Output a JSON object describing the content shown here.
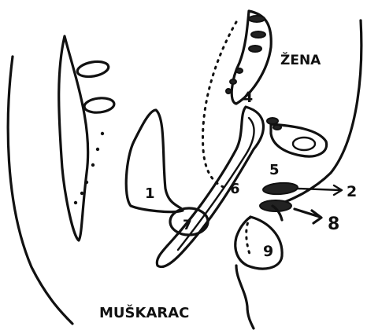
{
  "labels": {
    "female": "ŽENA",
    "male": "MUŠKARAC",
    "n1": "1",
    "n2": "2",
    "n4": "4",
    "n5": "5",
    "n6": "6",
    "n7": "7",
    "n8": "8",
    "n9": "9"
  }
}
